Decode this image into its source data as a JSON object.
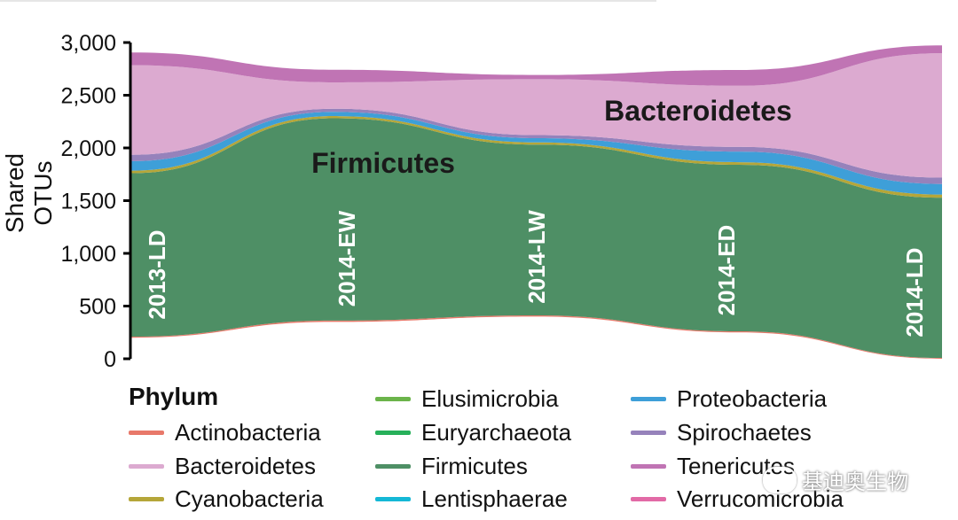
{
  "chart_data": {
    "type": "area",
    "stacked": true,
    "ylabel": "Shared OTUs",
    "ylim": [
      0,
      3000
    ],
    "yticks": [
      0,
      500,
      1000,
      1500,
      2000,
      2500,
      3000
    ],
    "ytick_labels": [
      "0",
      "500",
      "1,000",
      "1,500",
      "2,000",
      "2,500",
      "3,000"
    ],
    "categories": [
      "2013-LD",
      "2014-EW",
      "2014-LW",
      "2014-ED",
      "2014-LD"
    ],
    "series": [
      {
        "name": "Actinobacteria",
        "color": "#e8796a",
        "values": [
          10,
          12,
          12,
          10,
          8
        ]
      },
      {
        "name": "Firmicutes",
        "color": "#4e8f65",
        "values": [
          1550,
          1920,
          1620,
          1580,
          1520
        ]
      },
      {
        "name": "Cyanobacteria",
        "color": "#b5a639",
        "values": [
          25,
          20,
          20,
          25,
          30
        ]
      },
      {
        "name": "Proteobacteria",
        "color": "#3e9fd8",
        "values": [
          90,
          40,
          40,
          100,
          100
        ]
      },
      {
        "name": "Spirochaetes",
        "color": "#9682bb",
        "values": [
          60,
          30,
          30,
          45,
          60
        ]
      },
      {
        "name": "Bacteroidetes",
        "color": "#dcaad0",
        "values": [
          850,
          250,
          530,
          580,
          1180
        ]
      },
      {
        "name": "Tenericutes",
        "color": "#c074b4",
        "values": [
          120,
          120,
          40,
          150,
          75
        ]
      }
    ],
    "baseline": [
      200,
      350,
      400,
      250,
      0
    ],
    "annotations": [
      {
        "text": "Firmicutes",
        "x": "2014-EW/2014-LW",
        "y": 1850
      },
      {
        "text": "Bacteroidetes",
        "x": "2014-ED",
        "y": 2350
      }
    ]
  },
  "legend": {
    "title": "Phylum",
    "items": [
      {
        "label": "Actinobacteria",
        "color": "#e8796a"
      },
      {
        "label": "Bacteroidetes",
        "color": "#dcaad0"
      },
      {
        "label": "Cyanobacteria",
        "color": "#b5a639"
      },
      {
        "label": "Elusimicrobia",
        "color": "#6bb44a"
      },
      {
        "label": "Euryarchaeota",
        "color": "#27b05a"
      },
      {
        "label": "Firmicutes",
        "color": "#4e8f65"
      },
      {
        "label": "Lentisphaerae",
        "color": "#14b8d6"
      },
      {
        "label": "Proteobacteria",
        "color": "#3e9fd8"
      },
      {
        "label": "Spirochaetes",
        "color": "#9682bb"
      },
      {
        "label": "Tenericutes",
        "color": "#c074b4"
      },
      {
        "label": "Verrucomicrobia",
        "color": "#e26aa6"
      }
    ]
  },
  "watermark": {
    "text": "基迪奥生物"
  }
}
